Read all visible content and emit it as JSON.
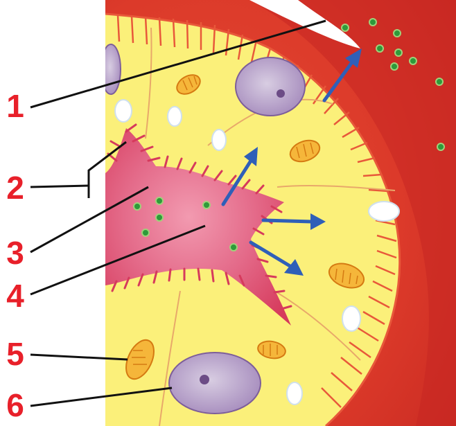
{
  "labels": [
    {
      "id": "1",
      "text": "1"
    },
    {
      "id": "2",
      "text": "2"
    },
    {
      "id": "3",
      "text": "3"
    },
    {
      "id": "4",
      "text": "4"
    },
    {
      "id": "5",
      "text": "5"
    },
    {
      "id": "6",
      "text": "6"
    }
  ],
  "colors": {
    "label_red": "#e8202a",
    "tissue_red": "#e2392a",
    "cell_yellow": "#fbf07a",
    "lumen_pink": "#d63a5c",
    "nucleus_purple": "#b6a0c8",
    "arrow_blue": "#2f5fb8",
    "particle_green": "#2e9a3a",
    "mitochondria_orange": "#e99a1e"
  }
}
